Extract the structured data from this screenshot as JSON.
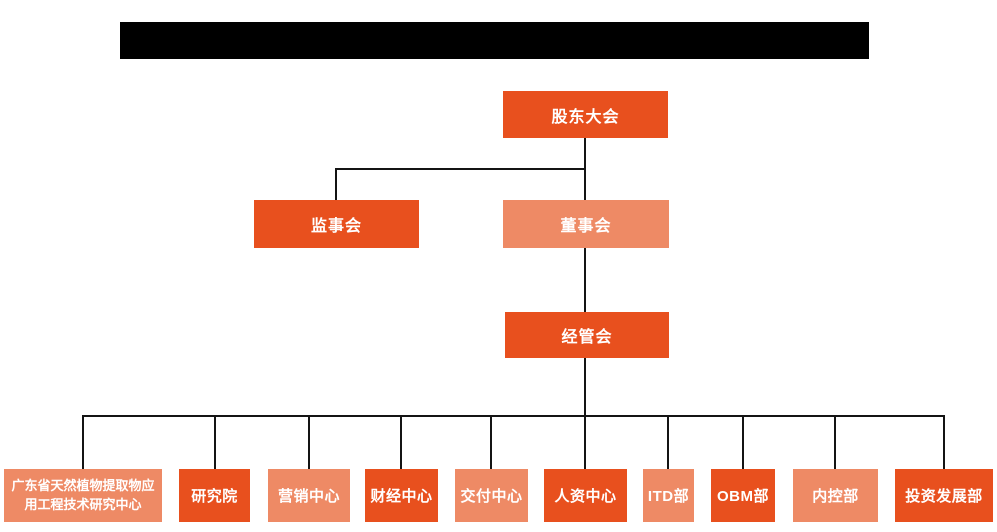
{
  "colors": {
    "primary": "#E8501E",
    "secondary": "#EE8A65",
    "line": "#141414",
    "node_text": "#FFFFFF",
    "redaction": "#000000"
  },
  "org_chart": {
    "root": {
      "label": "股东大会"
    },
    "supervisory_board": {
      "label": "监事会"
    },
    "board_of_directors": {
      "label": "董事会"
    },
    "management_committee": {
      "label": "经管会"
    },
    "departments": [
      {
        "label": "广东省天然植物提取物应用工程技术研究中心"
      },
      {
        "label": "研究院"
      },
      {
        "label": "营销中心"
      },
      {
        "label": "财经中心"
      },
      {
        "label": "交付中心"
      },
      {
        "label": "人资中心"
      },
      {
        "label": "ITD部"
      },
      {
        "label": "OBM部"
      },
      {
        "label": "内控部"
      },
      {
        "label": "投资发展部"
      }
    ]
  }
}
